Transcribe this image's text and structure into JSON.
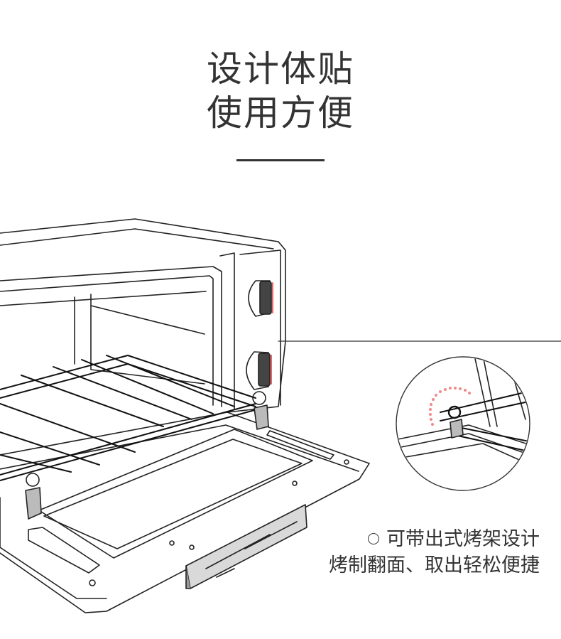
{
  "headline": {
    "line1": "设计体贴",
    "line2": "使用方便"
  },
  "feature": {
    "line1": "可带出式烤架设计",
    "line2": "烤制翻面、取出轻松便捷"
  },
  "colors": {
    "accent_dots": "#f08a8a",
    "line": "#222222",
    "text": "#333333"
  }
}
